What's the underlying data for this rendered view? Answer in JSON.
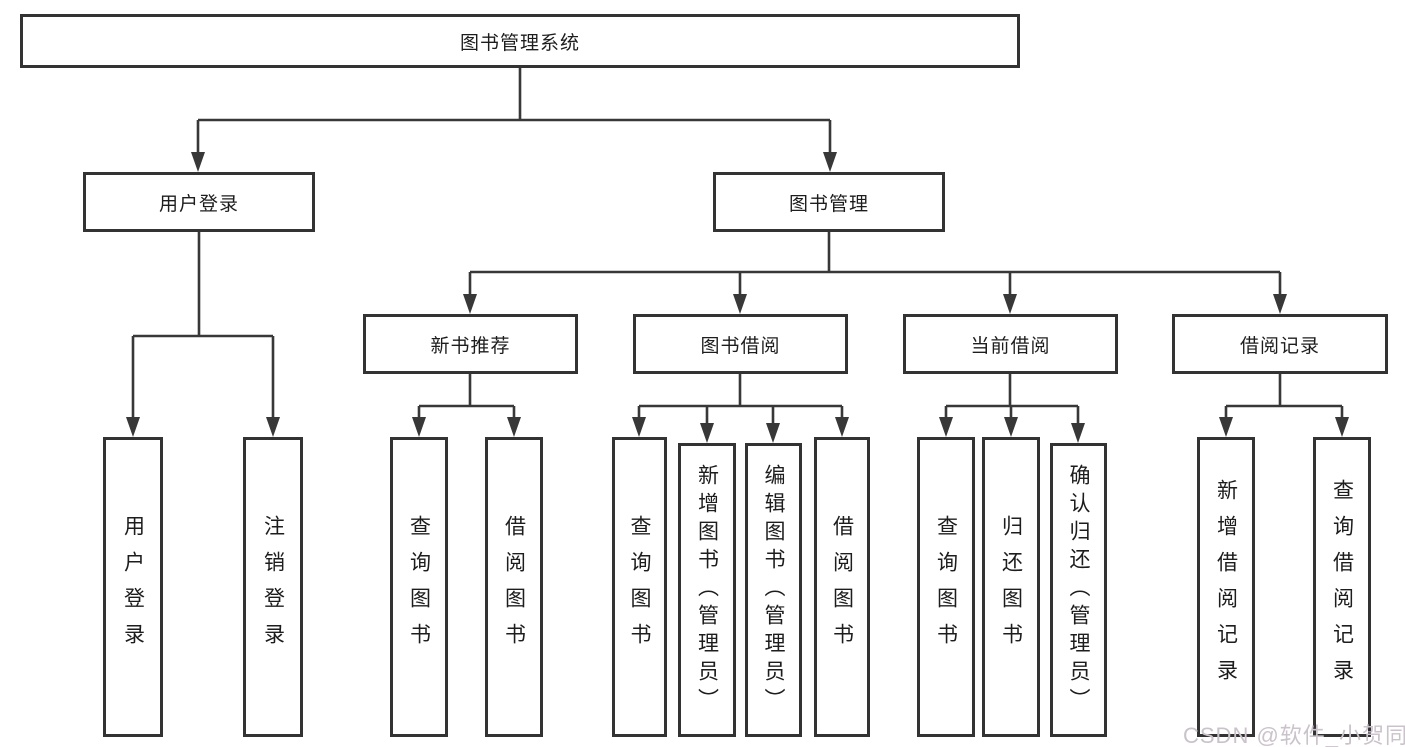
{
  "tree": {
    "root": "图书管理系统",
    "user_login": {
      "label": "用户登录",
      "children": [
        "用户登录",
        "注销登录"
      ]
    },
    "book_mgmt": {
      "label": "图书管理",
      "new_book_rec": {
        "label": "新书推荐",
        "children": [
          "查询图书",
          "借阅图书"
        ]
      },
      "book_borrow": {
        "label": "图书借阅",
        "children": [
          "查询图书",
          "新增图书（管理员）",
          "编辑图书（管理员）",
          "借阅图书"
        ]
      },
      "current_borrow": {
        "label": "当前借阅",
        "children": [
          "查询图书",
          "归还图书",
          "确认归还（管理员）"
        ]
      },
      "borrow_records": {
        "label": "借阅记录",
        "children": [
          "新增借阅记录",
          "查询借阅记录"
        ]
      }
    }
  },
  "watermark": "CSDN @软件_小贺同学",
  "colors": {
    "line": "#383838",
    "border": "#333333",
    "text": "#1d1d1d",
    "watermark": "#cbc3cb"
  }
}
